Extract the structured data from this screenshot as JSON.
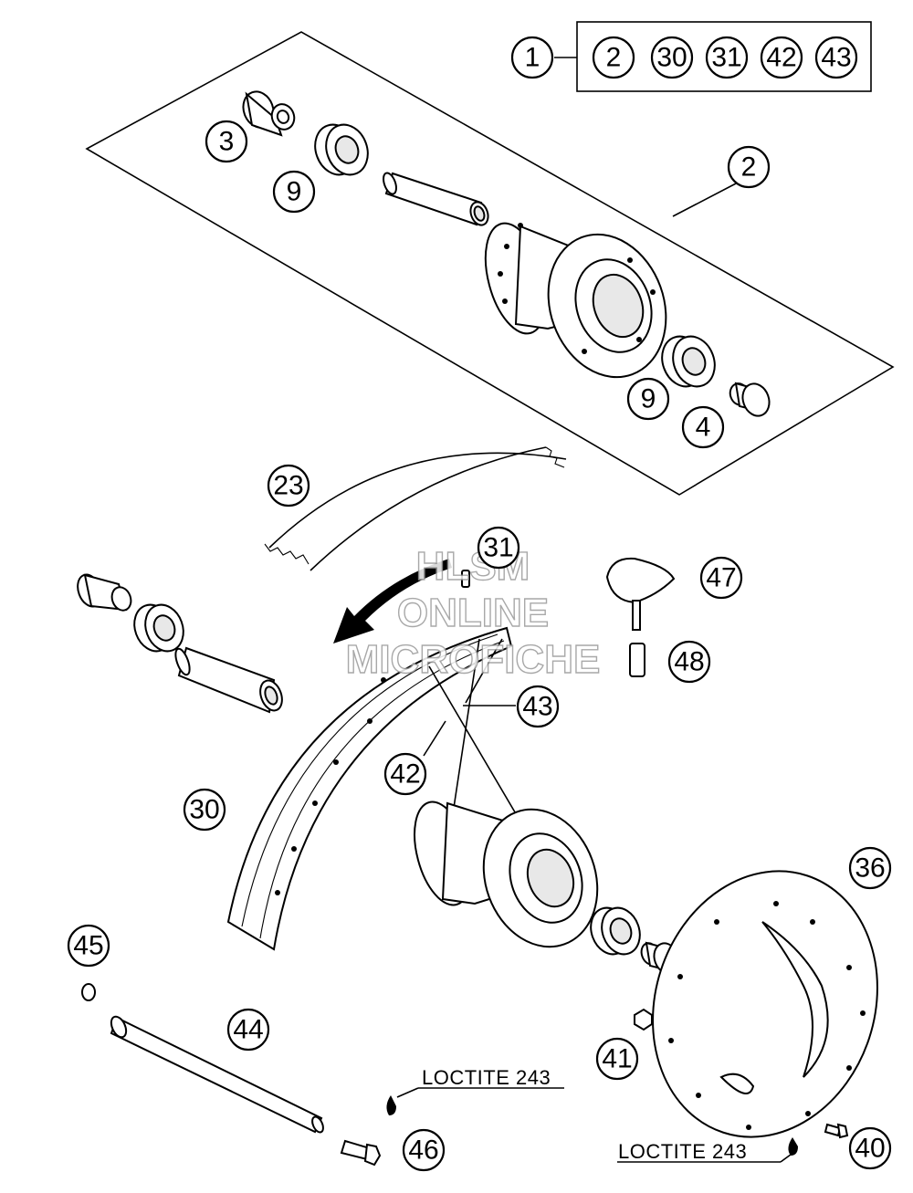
{
  "callouts": {
    "c1": "1",
    "c2_set": "2",
    "c30_set": "30",
    "c31_set": "31",
    "c42_set": "42",
    "c43_set": "43",
    "c3": "3",
    "c9a": "9",
    "c2": "2",
    "c9b": "9",
    "c4": "4",
    "c23": "23",
    "c31": "31",
    "c47": "47",
    "c48": "48",
    "c43": "43",
    "c42": "42",
    "c30": "30",
    "c36": "36",
    "c45": "45",
    "c44": "44",
    "c41": "41",
    "c46": "46",
    "c40": "40"
  },
  "notes": {
    "loctite_left": "LOCTITE 243",
    "loctite_right": "LOCTITE 243"
  },
  "watermark": {
    "line1": "HLSM",
    "line2": "ONLINE",
    "line3": "MICROFICHE"
  }
}
